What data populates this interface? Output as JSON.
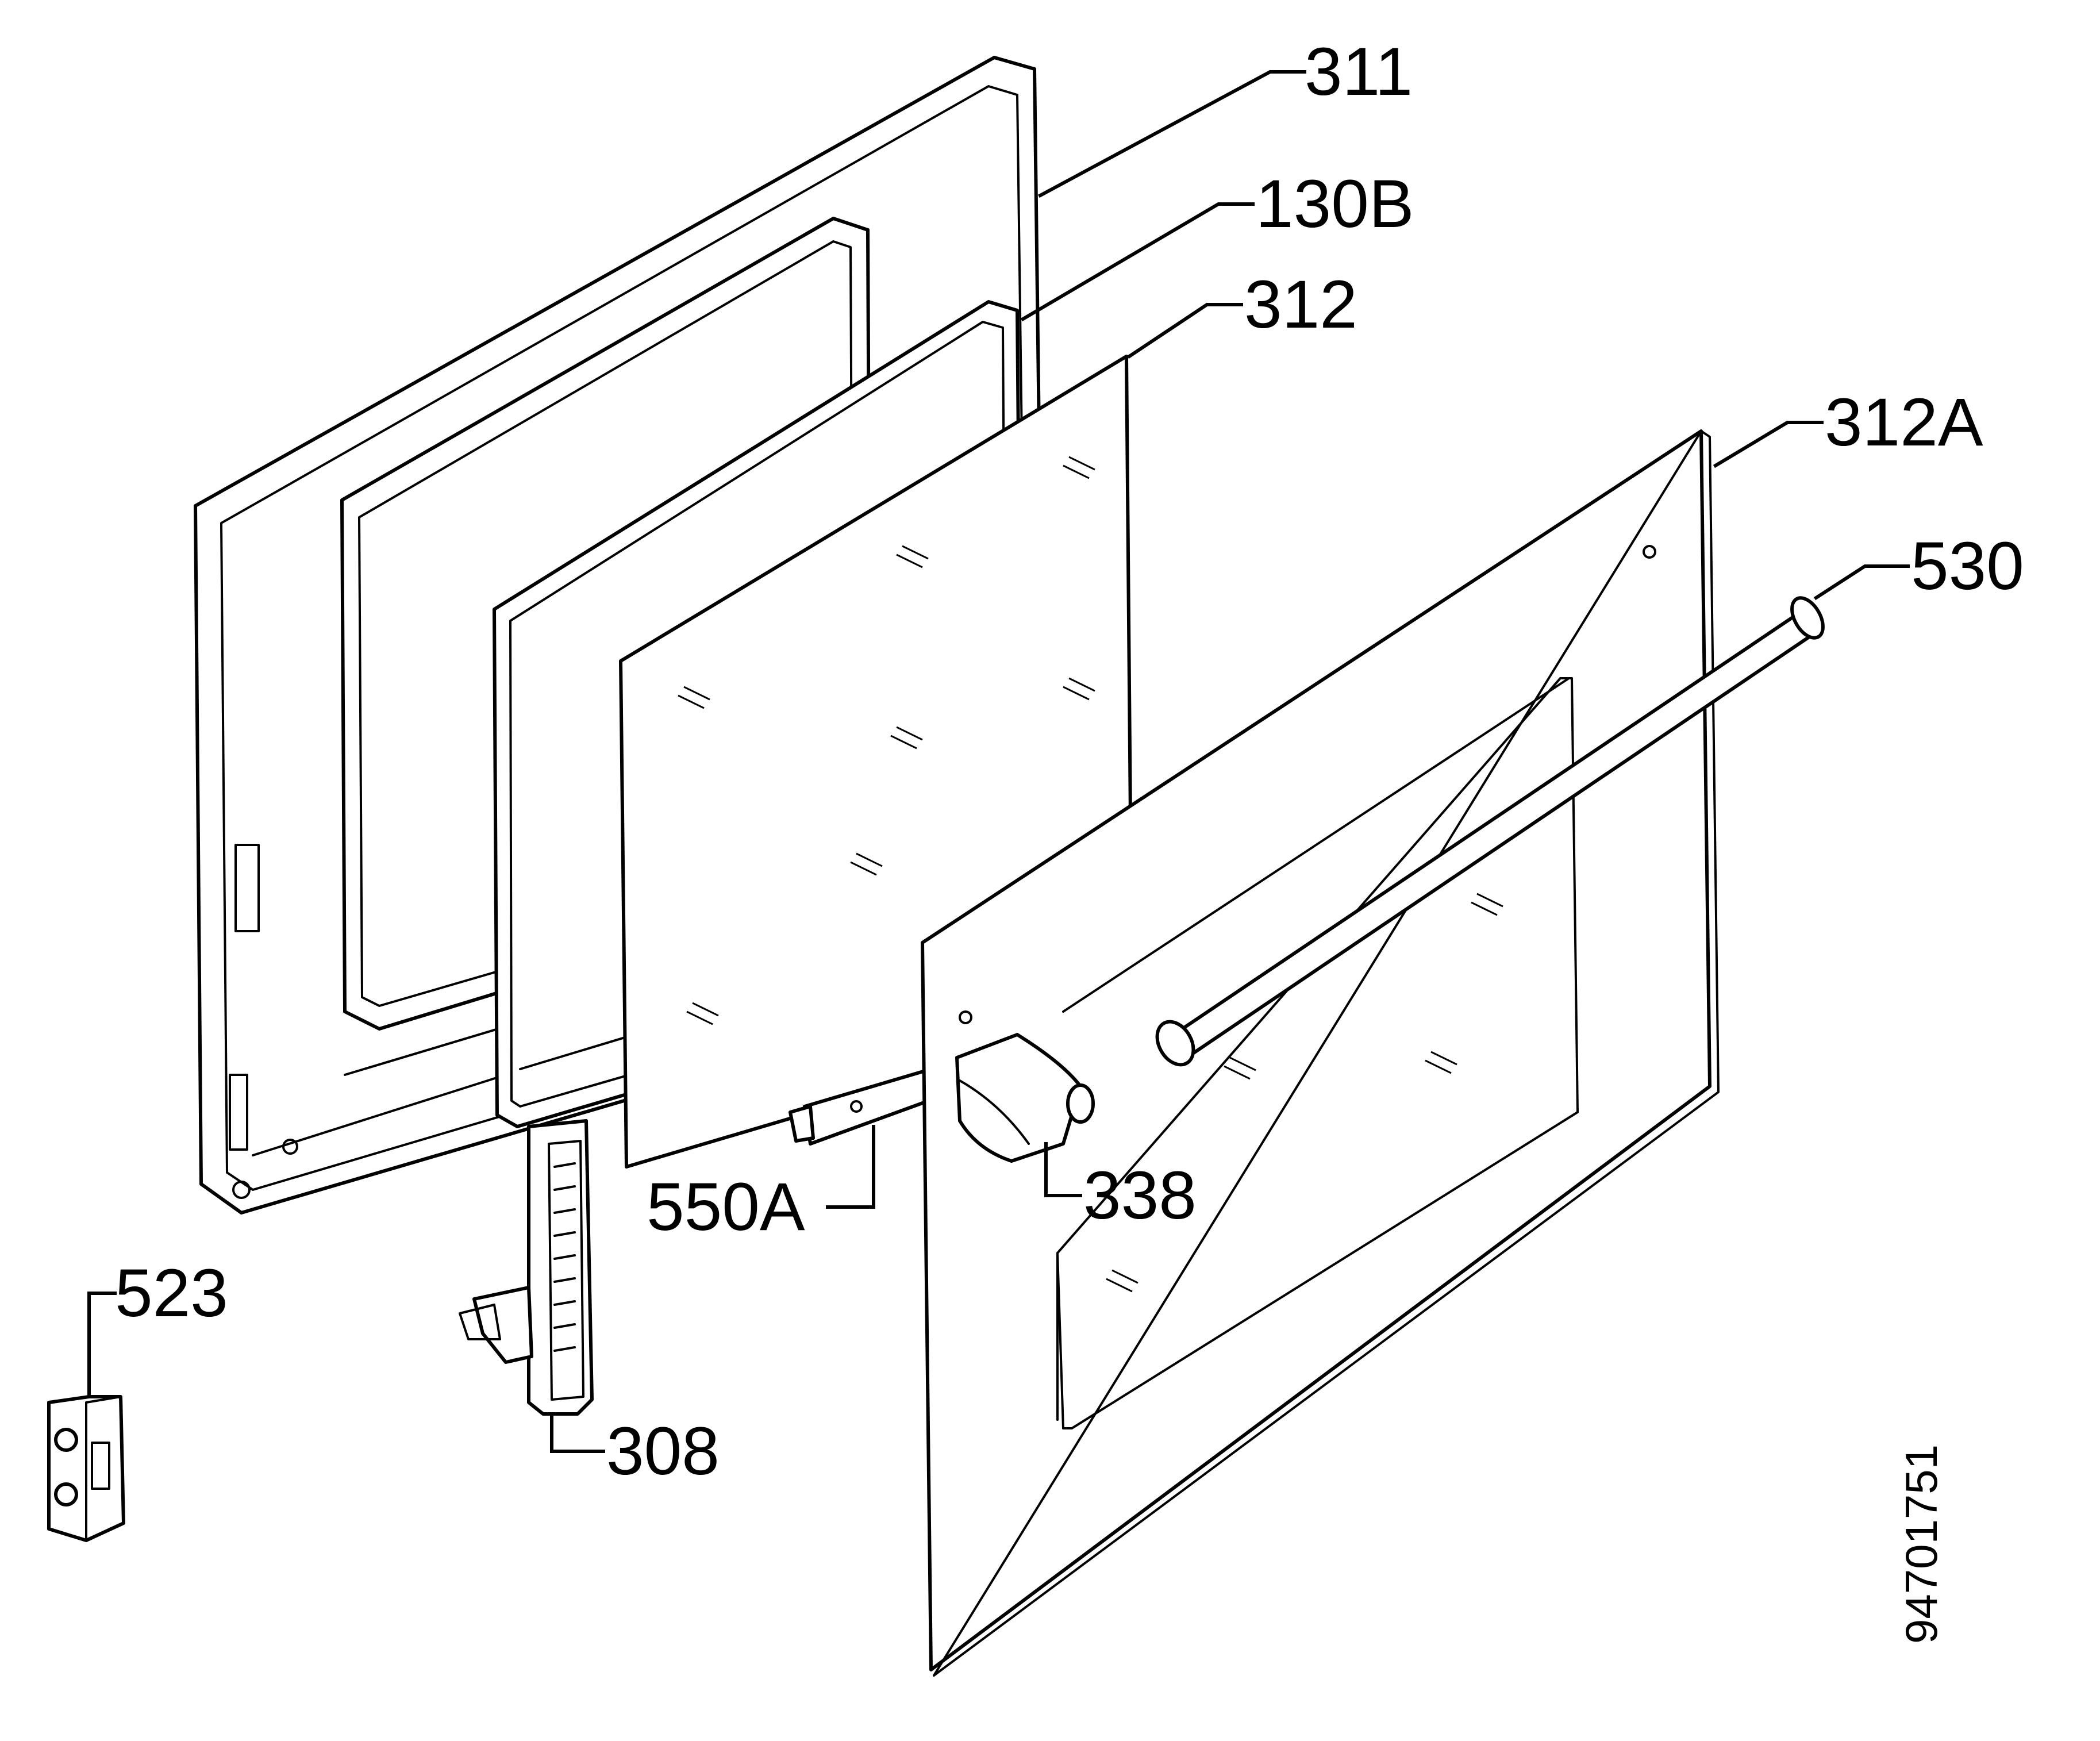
{
  "parts": [
    {
      "id": "p311",
      "label": "311"
    },
    {
      "id": "p130b",
      "label": "130B"
    },
    {
      "id": "p312",
      "label": "312"
    },
    {
      "id": "p312a",
      "label": "312A"
    },
    {
      "id": "p530",
      "label": "530"
    },
    {
      "id": "p550a",
      "label": "550A"
    },
    {
      "id": "p338",
      "label": "338"
    },
    {
      "id": "p523",
      "label": "523"
    },
    {
      "id": "p308",
      "label": "308"
    }
  ],
  "drawing_number": "94701751"
}
